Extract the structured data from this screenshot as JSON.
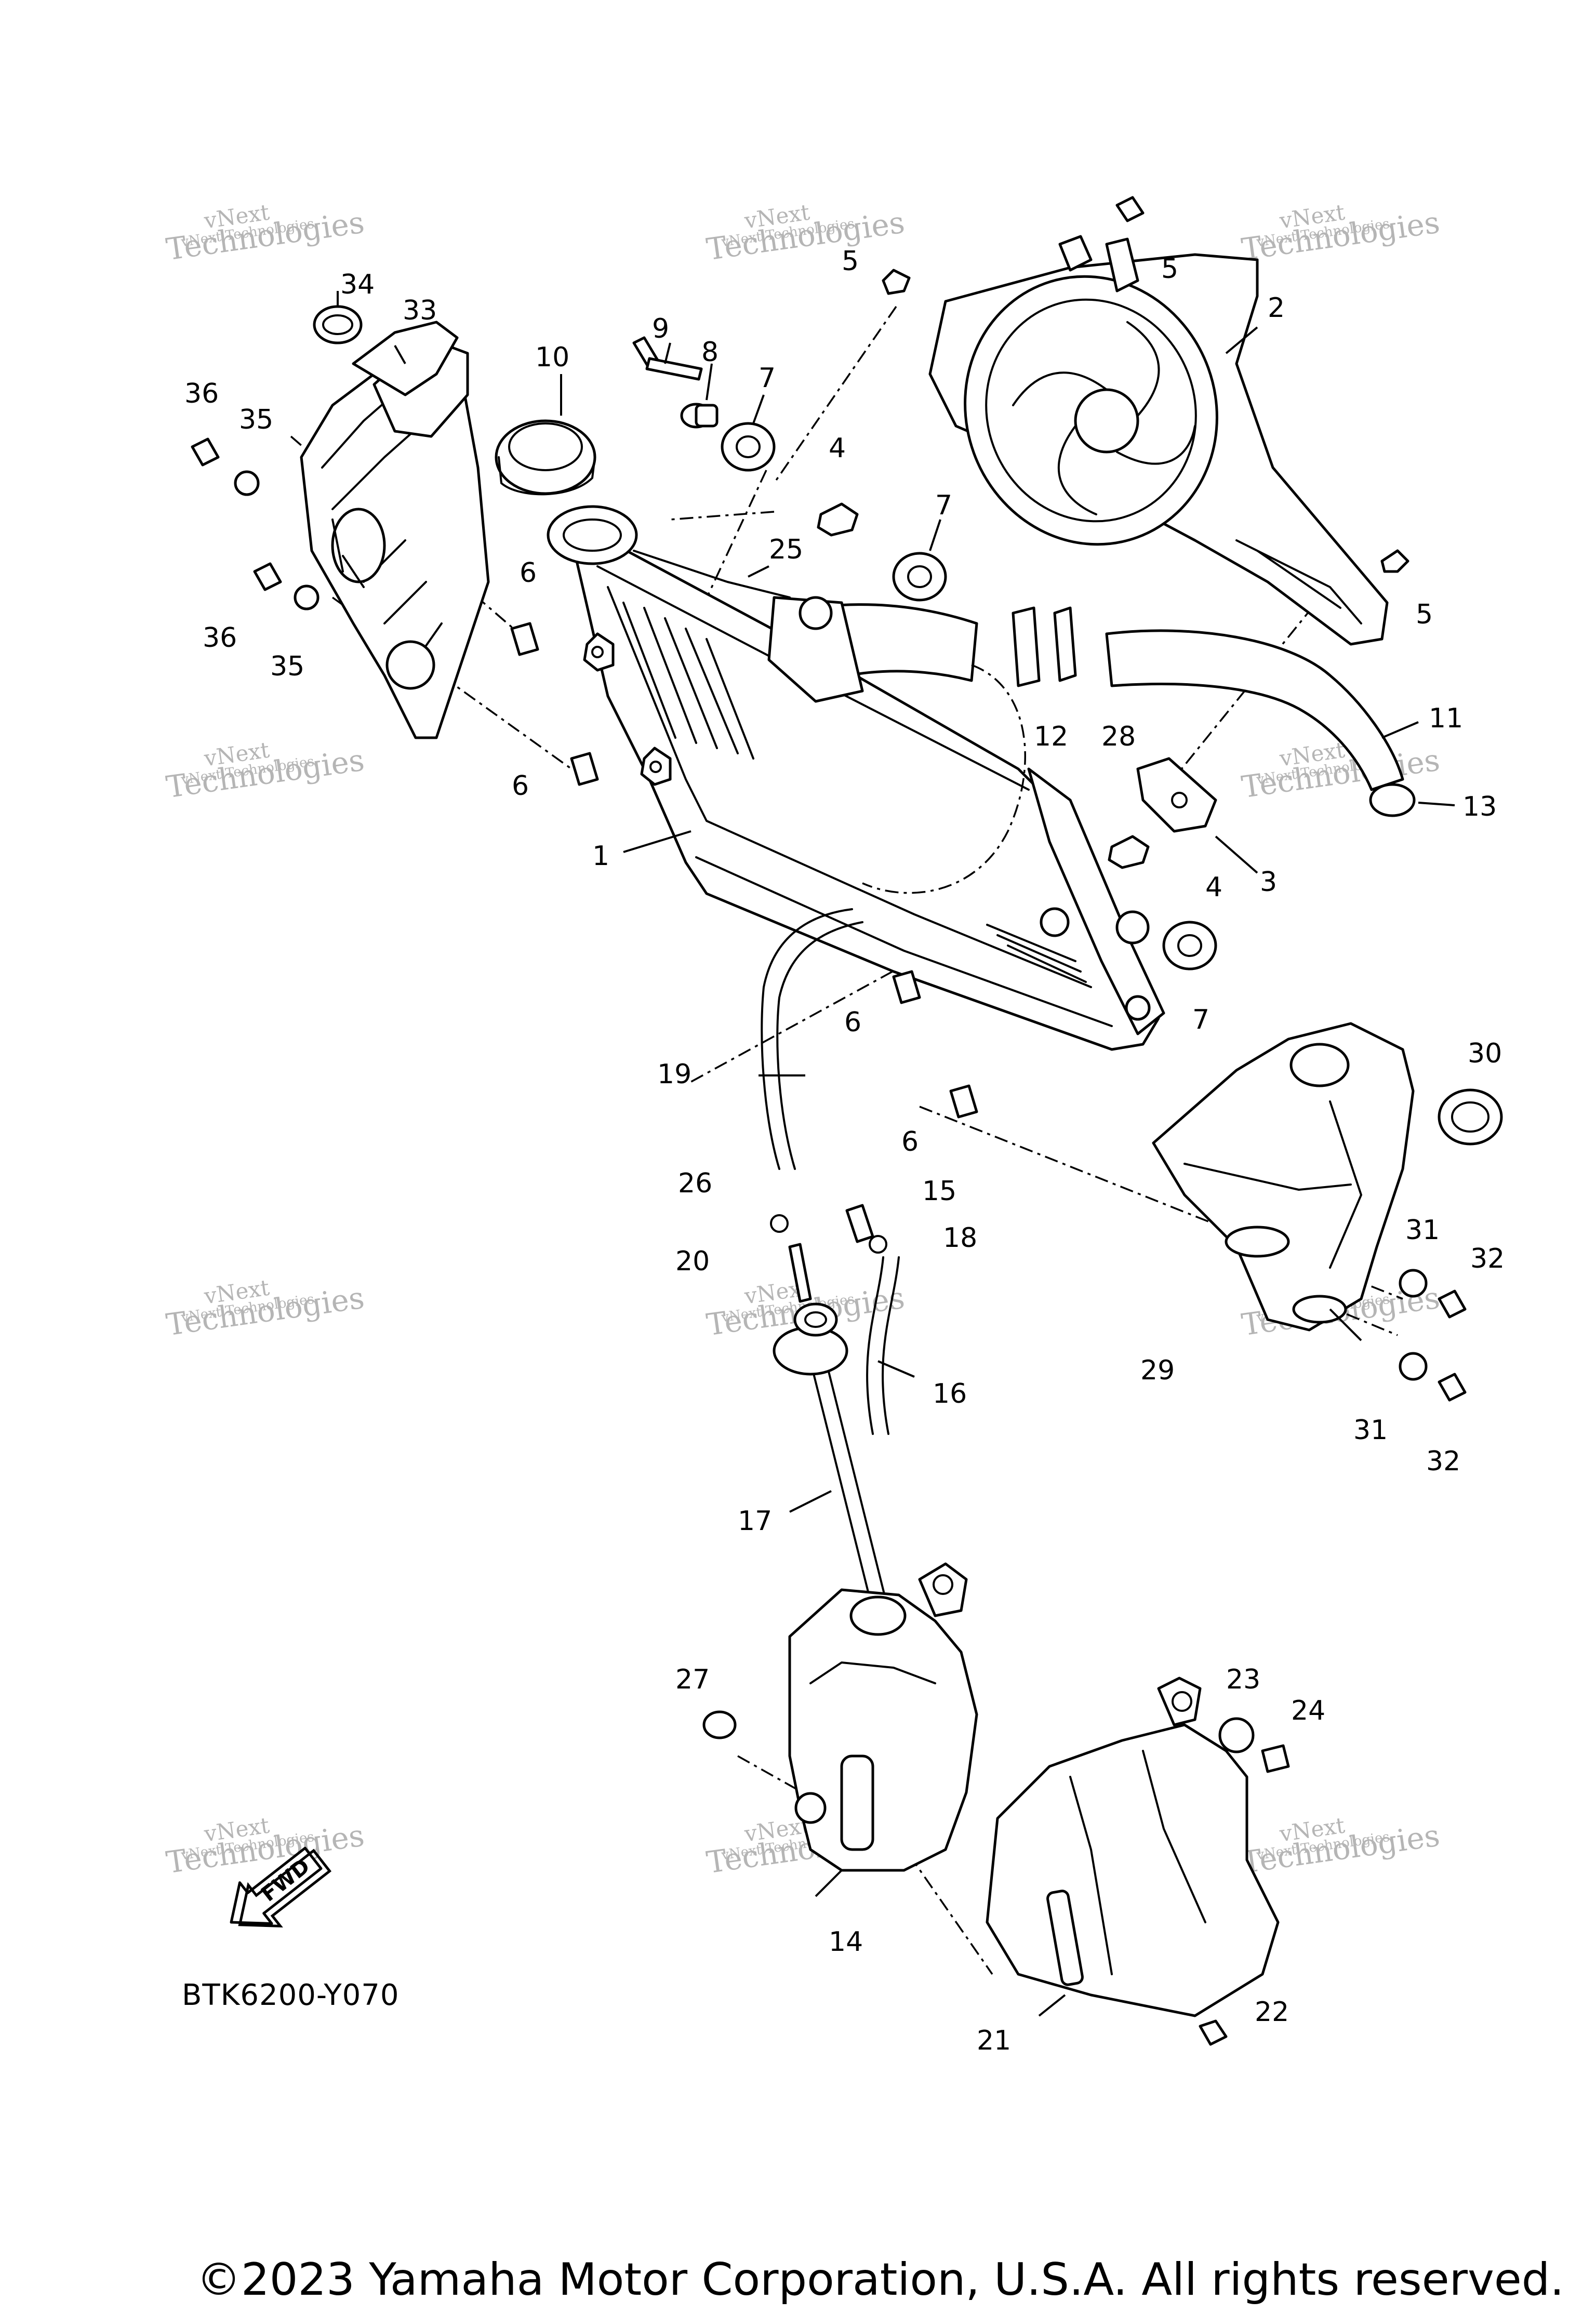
{
  "diagram": {
    "catalog_code": "BTK6200-Y070",
    "copyright": "©2023 Yamaha Motor Corporation, U.S.A. All rights reserved.",
    "fwd_label": "FWD",
    "watermark_line1": "vNext",
    "watermark_line2": "Technologies",
    "watermark_line3": "vNext Technologies",
    "callouts": {
      "c1": "1",
      "c2": "2",
      "c3": "3",
      "c4a": "4",
      "c4b": "4",
      "c5a": "5",
      "c5b": "5",
      "c5c": "5",
      "c6a": "6",
      "c6b": "6",
      "c6c": "6",
      "c6d": "6",
      "c7a": "7",
      "c7b": "7",
      "c7c": "7",
      "c8": "8",
      "c9": "9",
      "c10": "10",
      "c11": "11",
      "c12": "12",
      "c13": "13",
      "c14": "14",
      "c15": "15",
      "c16": "16",
      "c17": "17",
      "c18": "18",
      "c19": "19",
      "c20": "20",
      "c21": "21",
      "c22": "22",
      "c23": "23",
      "c24": "24",
      "c25": "25",
      "c26": "26",
      "c27": "27",
      "c28": "28",
      "c29": "29",
      "c30": "30",
      "c31a": "31",
      "c31b": "31",
      "c32a": "32",
      "c32b": "32",
      "c33": "33",
      "c34": "34",
      "c35a": "35",
      "c35b": "35",
      "c36a": "36",
      "c36b": "36"
    }
  }
}
